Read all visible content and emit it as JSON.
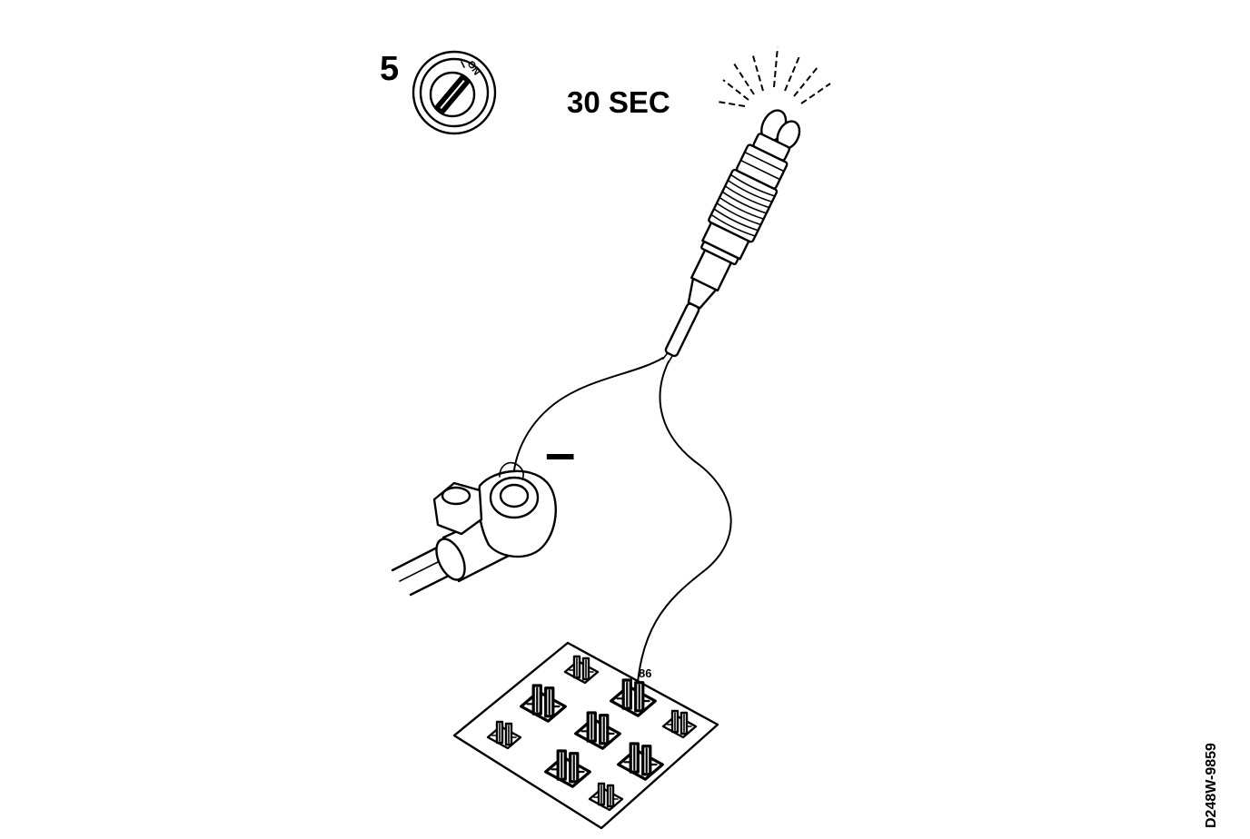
{
  "step": {
    "number": "5"
  },
  "ignition": {
    "position_label": "ON"
  },
  "timer": {
    "duration_label": "30 SEC"
  },
  "battery": {
    "terminal_polarity": "–"
  },
  "relay_socket": {
    "terminal_label": "86"
  },
  "figure": {
    "reference_code": "D248W-9859"
  },
  "icons": {
    "ignition": "ignition-switch-icon",
    "lamp": "test-lamp-icon",
    "battery": "battery-terminal-icon",
    "relay": "relay-socket-icon"
  },
  "colors": {
    "ink": "#000000",
    "paper": "#ffffff"
  }
}
